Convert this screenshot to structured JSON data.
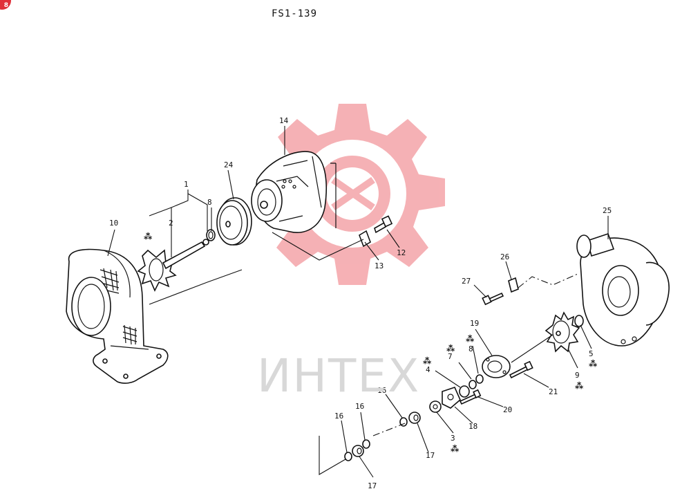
{
  "page": {
    "title": "FS1-139",
    "corner_badge": "8"
  },
  "watermark": {
    "text": "ИНТЕХ",
    "gear_color": "#f5a9ad"
  },
  "callouts": {
    "c1": "1",
    "c2": "2",
    "c3": "3",
    "c4": "4",
    "c5": "5",
    "c7": "7",
    "c8a": "8",
    "c8b": "8",
    "c9": "9",
    "c10": "10",
    "c12": "12",
    "c13": "13",
    "c14": "14",
    "c16a": "16",
    "c16b": "16",
    "c16c": "16",
    "c17a": "17",
    "c17b": "17",
    "c18": "18",
    "c19": "19",
    "c20": "20",
    "c21": "21",
    "c24": "24",
    "c25": "25",
    "c26": "26",
    "c27": "27"
  },
  "star_mark": "⁂"
}
